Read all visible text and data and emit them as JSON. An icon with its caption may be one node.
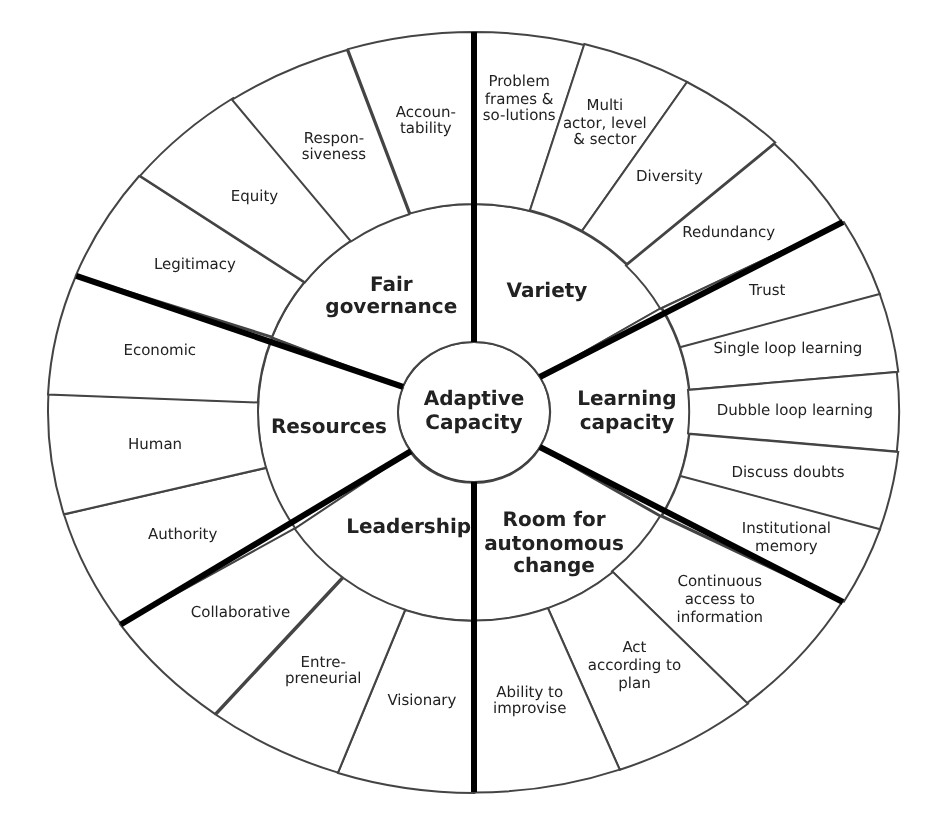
{
  "diagram": {
    "nodes": [
      {
        "text": [
          "Adaptive Capacity"
        ]
      },
      {
        "text": [
          "Fair governance"
        ]
      },
      {
        "text": [
          "Variety"
        ]
      },
      {
        "text": [
          "Resources"
        ]
      },
      {
        "text": [
          "Learning capacity"
        ]
      },
      {
        "text": [
          "Leadership"
        ]
      },
      {
        "text": [
          "Room for autonomous change"
        ]
      },
      {
        "text": [
          "Legitimacy"
        ]
      },
      {
        "text": [
          "Equity"
        ]
      },
      {
        "text": [
          "Respon-siveness"
        ]
      },
      {
        "text": [
          "Accoun-tability"
        ]
      },
      {
        "text": [
          "Problem frames & so-lutions"
        ]
      },
      {
        "text": [
          "Multi actor, level & sector"
        ]
      },
      {
        "text": [
          "Diversity"
        ]
      },
      {
        "text": [
          "Redundancy"
        ]
      },
      {
        "text": [
          "Trust"
        ]
      },
      {
        "text": [
          "Single loop learning"
        ]
      },
      {
        "text": [
          "Dubble loop learning"
        ]
      },
      {
        "text": [
          "Discuss doubts"
        ]
      },
      {
        "text": [
          "Institutional memory"
        ]
      },
      {
        "text": [
          "Continuous access to information"
        ]
      },
      {
        "text": [
          "Act according to plan"
        ]
      },
      {
        "text": [
          "Ability to improvise"
        ]
      },
      {
        "text": [
          "Visionary"
        ]
      },
      {
        "text": [
          "Entre-preneurial"
        ]
      },
      {
        "text": [
          "Collaborative"
        ]
      },
      {
        "text": [
          "Authority"
        ]
      },
      {
        "text": [
          "Human"
        ]
      },
      {
        "text": [
          "Economic"
        ]
      }
    ]
  }
}
